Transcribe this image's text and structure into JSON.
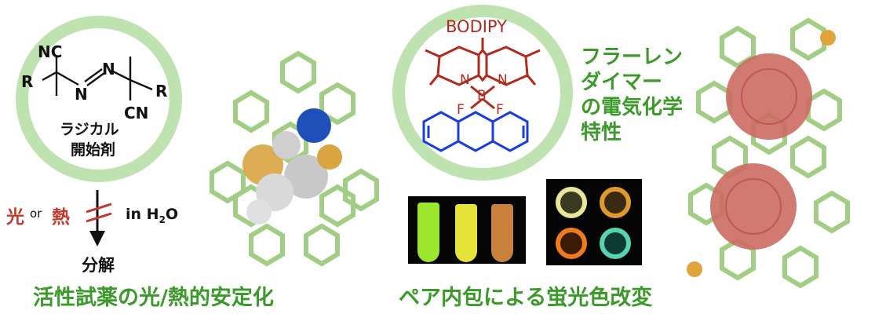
{
  "left": {
    "mol_nc": "NC",
    "mol_r_left": "R",
    "mol_n1": "N",
    "mol_n2": "N",
    "mol_r_right": "R",
    "mol_cn": "CN",
    "initiator_line1": "ラジカル",
    "initiator_line2": "開始剤",
    "light": "光",
    "or": "or",
    "heat": "熱",
    "in_water": "in H",
    "water_sub": "2",
    "water_o": "O",
    "decomposition": "分解",
    "caption": "活性試薬の光/熱的安定化"
  },
  "middle": {
    "bodipy_label": "BODIPY",
    "atom_n_left": "N",
    "atom_b": "B",
    "atom_n_right": "N",
    "atom_f_left": "F",
    "atom_f_right": "F",
    "caption": "ペア内包による蛍光色改変"
  },
  "right": {
    "title_line1": "フラーレン",
    "title_line2": "ダイマー",
    "title_line3": "の電気化学",
    "title_line4": "特性"
  },
  "colors": {
    "ring_green": "#bfe3b0",
    "caption_green": "#3b9a2a",
    "bodipy_red": "#b02a1e",
    "anthracene_blue": "#1a3fd6",
    "cage_green": "#9ccc7e"
  },
  "icons": [
    "arrow-down-icon",
    "blocked-slash-icon",
    "cage-structure-icon",
    "vial-icon",
    "fullerene-icon"
  ]
}
